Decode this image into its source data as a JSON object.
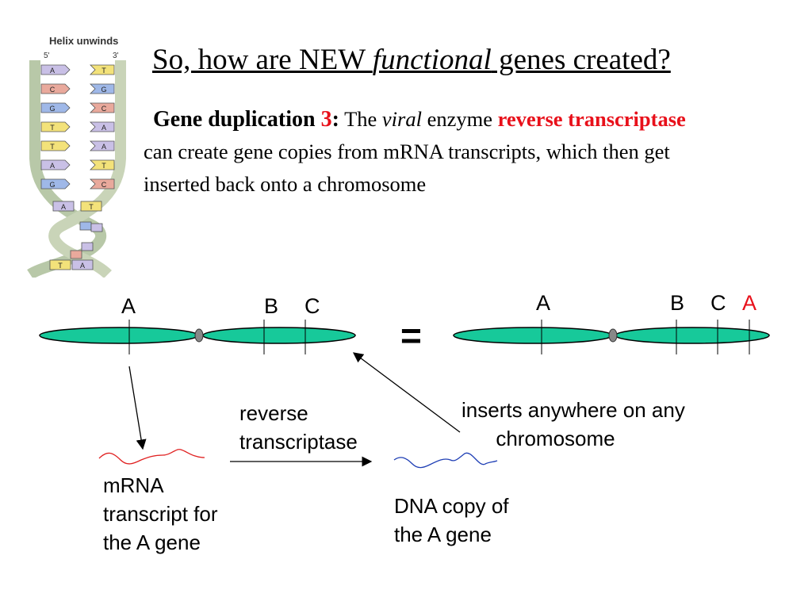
{
  "helix": {
    "title": "Helix unwinds",
    "end_left": "5'",
    "end_right": "3'",
    "left_bases": [
      "A",
      "C",
      "G",
      "T",
      "T",
      "A",
      "G"
    ],
    "right_bases": [
      "T",
      "G",
      "C",
      "A",
      "A",
      "T",
      "C"
    ],
    "bottom_pair": [
      "A",
      "T"
    ],
    "lower_pair": [
      "T",
      "A"
    ]
  },
  "slide": {
    "title_pre": "So, how are NEW ",
    "title_em": "functional",
    "title_post": " genes created?",
    "lead_bold": "Gene duplication ",
    "lead_num": "3",
    "lead_colon": ":",
    "t1": " The ",
    "t_viral": "viral",
    "t2": " enzyme ",
    "t_enzyme": "reverse transcriptase",
    "t3": " can create gene copies from mRNA transcripts, which then get inserted back onto a chromosome"
  },
  "labels": {
    "left_a": "A",
    "left_b": "B",
    "left_c": "C",
    "equals": "=",
    "right_a": "A",
    "right_b": "B",
    "right_c": "C",
    "right_new_a": "A",
    "rt": "reverse\ntranscriptase",
    "inserts": "inserts anywhere on any\n      chromosome",
    "mrna": "mRNA\ntranscript for\nthe A gene",
    "dna_copy": "DNA copy of\nthe A gene"
  },
  "colors": {
    "chromosome": "#17c99a",
    "centromere": "#888888",
    "accent_red": "#e8101a",
    "mrna": "#e02020",
    "dna": "#1f3fb5"
  }
}
